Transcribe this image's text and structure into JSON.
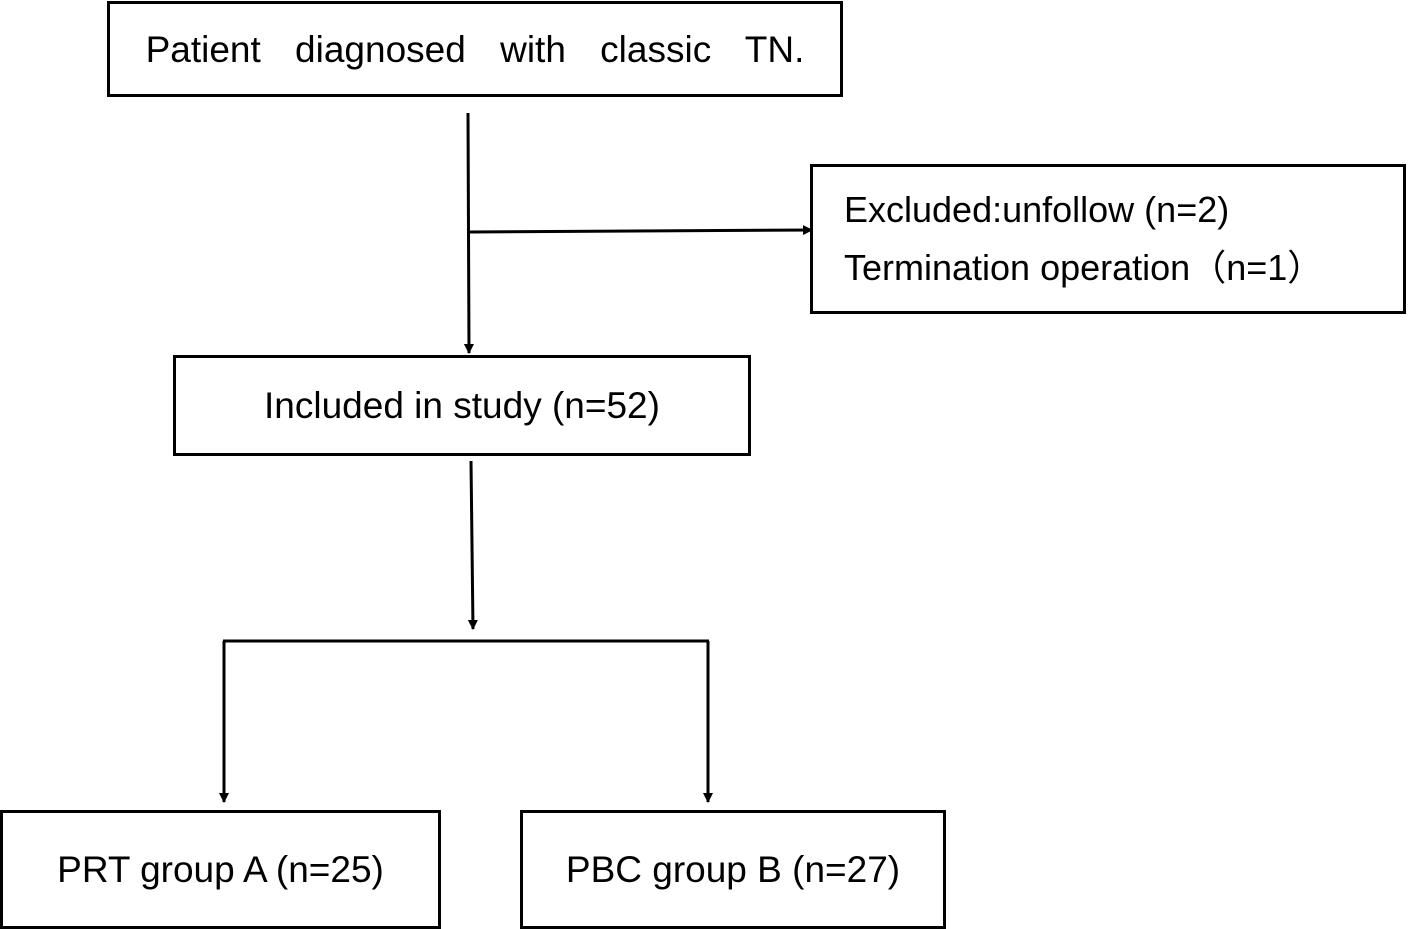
{
  "nodes": {
    "top": {
      "text": "Patient diagnosed with classic TN."
    },
    "excluded": {
      "line1": "Excluded:unfollow (n=2)",
      "line2": "Termination operation（n=1）"
    },
    "included": {
      "text": "Included in study (n=52)"
    },
    "group_a": {
      "text": "PRT group A (n=25)"
    },
    "group_b": {
      "text": "PBC group B (n=27)"
    }
  },
  "colors": {
    "stroke": "#000000",
    "background": "#ffffff"
  }
}
